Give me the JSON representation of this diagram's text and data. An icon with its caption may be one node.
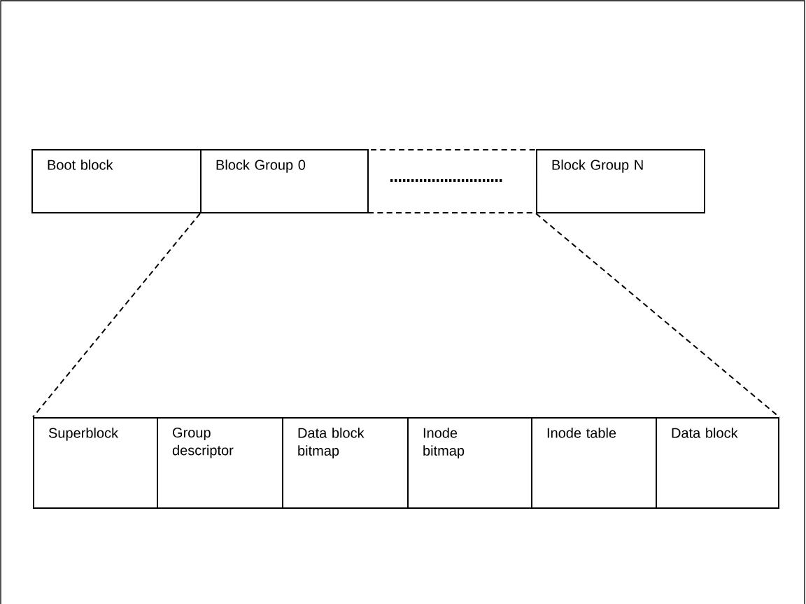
{
  "diagram": {
    "nodes": [
      {
        "text": [
          "Boot block"
        ]
      },
      {
        "text": [
          "Block Group 0"
        ]
      },
      {
        "text": [],
        "shape": "box"
      },
      {
        "text": [
          "Block Group N"
        ]
      },
      {
        "text": [
          "Superblock"
        ]
      },
      {
        "text": [
          "Group descriptor"
        ]
      },
      {
        "text": [
          "Data block bitmap"
        ]
      },
      {
        "text": [
          "Inode bitmap"
        ]
      },
      {
        "text": [
          "Inode table"
        ]
      },
      {
        "text": [
          "Data block"
        ]
      }
    ],
    "edges": [
      {
        "from": 1,
        "to": 4,
        "arrow": "none",
        "style": "dashed"
      },
      {
        "from": 3,
        "to": 9,
        "arrow": "none",
        "style": "dashed"
      }
    ]
  }
}
